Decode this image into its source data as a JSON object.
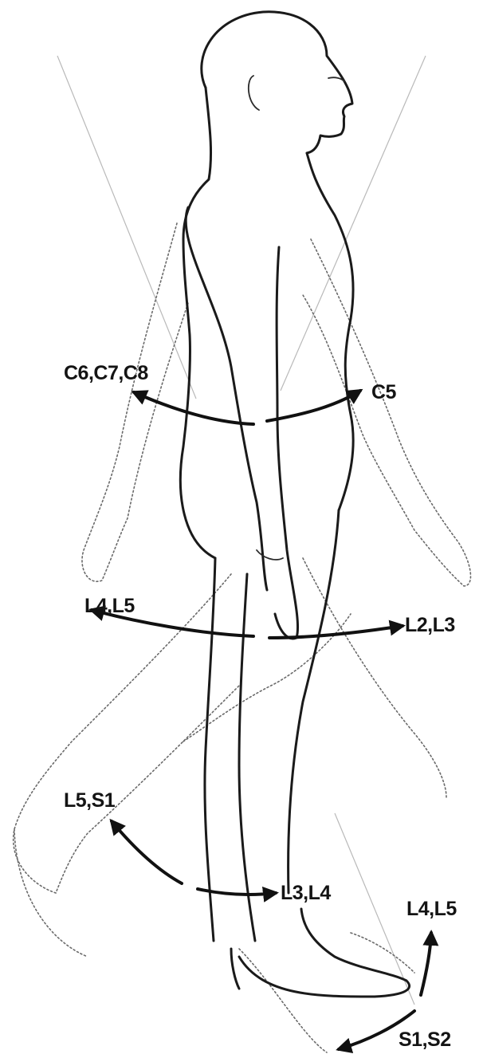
{
  "labels": {
    "shoulder_extension": "C6,C7,C8",
    "shoulder_flexion": "C5",
    "hip_extension": "L4,L5",
    "hip_flexion": "L2,L3",
    "knee_flexion": "L5,S1",
    "knee_extension": "L3,L4",
    "ankle_dorsiflexion": "L4,L5",
    "ankle_plantarflexion": "S1,S2"
  }
}
